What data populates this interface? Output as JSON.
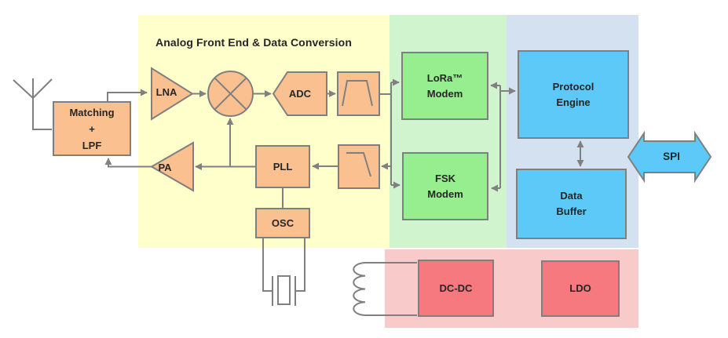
{
  "section_title": "Analog Front End & Data Conversion",
  "blocks": {
    "matching": {
      "lines": [
        "Matching",
        "+",
        "LPF"
      ]
    },
    "lna": {
      "label": "LNA"
    },
    "adc": {
      "label": "ADC"
    },
    "pa": {
      "label": "PA"
    },
    "pll": {
      "label": "PLL"
    },
    "osc": {
      "label": "OSC"
    },
    "lora_modem": {
      "lines": [
        "LoRa™",
        "Modem"
      ]
    },
    "fsk_modem": {
      "lines": [
        "FSK",
        "Modem"
      ]
    },
    "protocol_engine": {
      "lines": [
        "Protocol",
        "Engine"
      ]
    },
    "data_buffer": {
      "lines": [
        "Data",
        "Buffer"
      ]
    },
    "dcdc": {
      "label": "DC-DC"
    },
    "ldo": {
      "label": "LDO"
    },
    "spi": {
      "label": "SPI"
    }
  },
  "colors": {
    "region_yellow": "#FFFFCC",
    "region_green": "#D0F5CE",
    "region_blue": "#D3E1F1",
    "region_pink": "#F9CACA",
    "block_orange": "#FAC090",
    "block_green": "#97EE8F",
    "block_blue": "#5CC9F8",
    "block_red": "#F5797E",
    "border_gray": "#7F7F7F",
    "line_gray": "#808080",
    "text_dark": "#262626"
  }
}
